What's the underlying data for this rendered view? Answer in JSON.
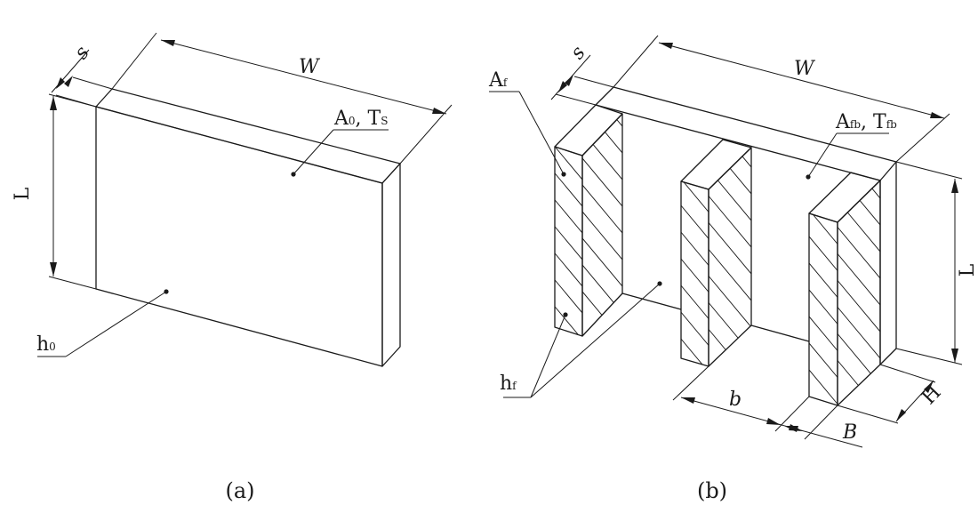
{
  "panel_a": {
    "caption": "(a)",
    "dim_s": "s",
    "dim_w": "W",
    "dim_l": "L",
    "area_label": {
      "a_main": "A",
      "a_sub": "0",
      "sep": ", T",
      "t_sub": "S"
    },
    "h_label": {
      "main": "h",
      "sub": "0"
    }
  },
  "panel_b": {
    "caption": "(b)",
    "dim_s": "s",
    "dim_w": "W",
    "dim_l": "L",
    "dim_b": "b",
    "dim_B": "B",
    "dim_H": "H",
    "af_label": {
      "main": "A",
      "sub": "f"
    },
    "area_label": {
      "a_main": "A",
      "a_sub": "fb",
      "sep": ", T",
      "t_sub": "fb"
    },
    "h_label": {
      "main": "h",
      "sub": "f"
    }
  }
}
